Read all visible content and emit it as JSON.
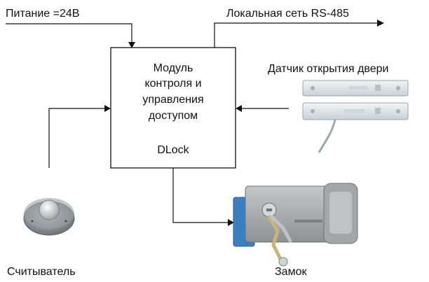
{
  "labels": {
    "power": "Питание =24В",
    "network": "Локальная сеть RS-485",
    "door_sensor": "Датчик открытия двери",
    "reader": "Считыватель",
    "lock": "Замок"
  },
  "module": {
    "lines": [
      "Модуль",
      "контроля и",
      "управления",
      "доступом"
    ],
    "name": "DLock"
  },
  "colors": {
    "line": "#111111",
    "sensor_body": "#dfe5e8",
    "reader_metal": "#8e9499",
    "lock_body": "#a8acae",
    "lock_faceplate": "#3a7fc0"
  },
  "icons": {
    "door_sensor": "magnetic-contact-sensor-icon",
    "reader": "touch-memory-reader-icon",
    "lock": "electromechanical-lock-icon"
  }
}
